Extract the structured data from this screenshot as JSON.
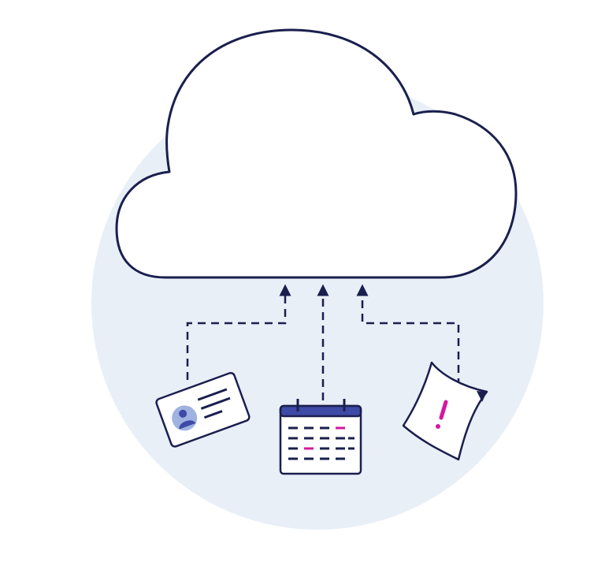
{
  "illustration": {
    "colors": {
      "background_circle": "#e9eff7",
      "outline": "#1a1f4e",
      "cloud_fill": "#ffffff",
      "calendar_header": "#3d4aa6",
      "accent": "#d4189e",
      "avatar_circle": "#9fb2e0",
      "avatar_person": "#3d4aa6"
    },
    "cloud": {
      "icon": "cloud-icon"
    },
    "uploads": [
      {
        "icon": "id-card-icon",
        "connector": "dashed-arrow-left"
      },
      {
        "icon": "calendar-icon",
        "connector": "dashed-arrow-center"
      },
      {
        "icon": "alert-document-icon",
        "connector": "dashed-arrow-right",
        "mark": "!"
      }
    ]
  }
}
